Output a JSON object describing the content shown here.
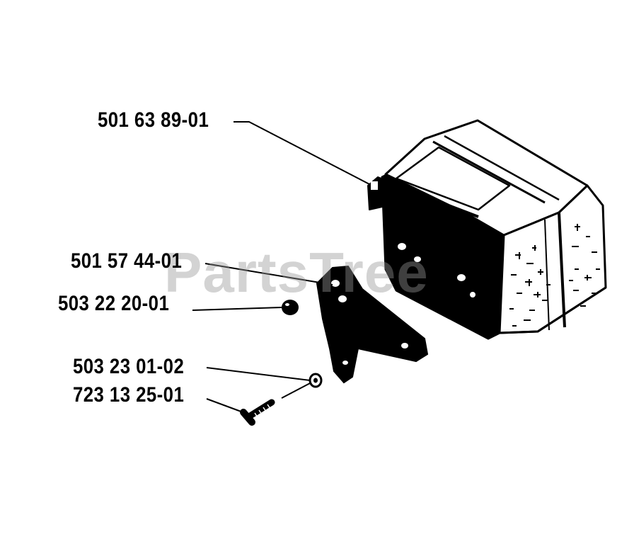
{
  "watermark": "PartsTree",
  "part_numbers": [
    "501 63 89-01",
    "501 57 44-01",
    "503 22 20-01",
    "503 23 01-02",
    "723 13 25-01"
  ],
  "colors": {
    "ink": "#000000",
    "paper": "#ffffff",
    "watermark": "#969696"
  }
}
